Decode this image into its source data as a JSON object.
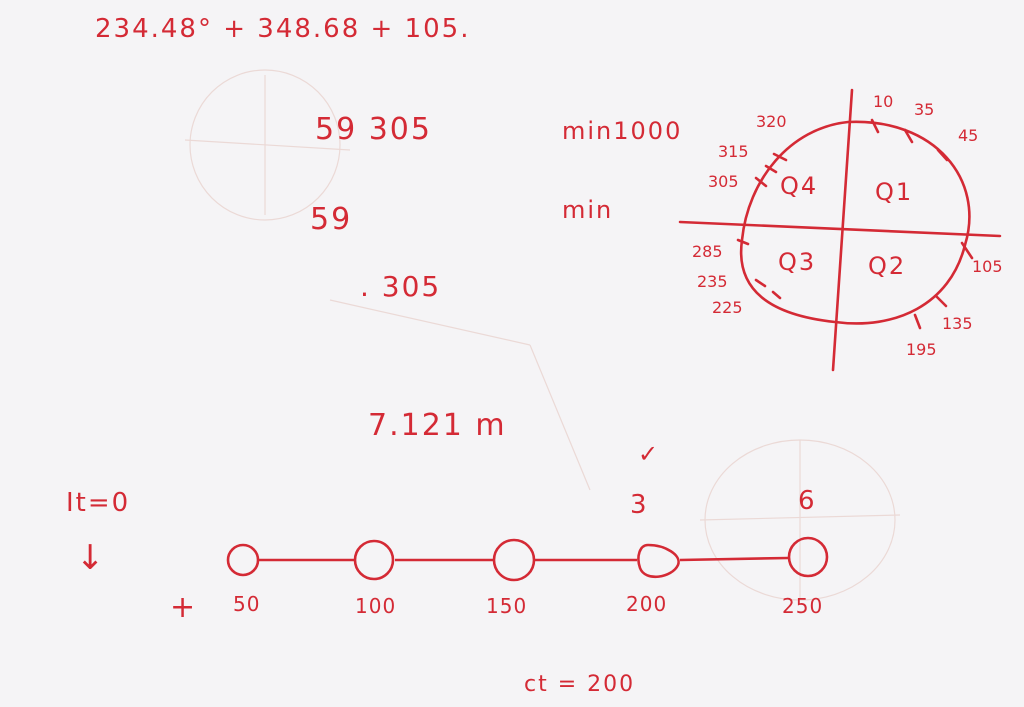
{
  "top_formula": "234.48° + 348.68 + 105.",
  "notes": {
    "big1": "59 305",
    "big2": "59",
    "big3": ". 305",
    "min1": "min1000",
    "min2": "min",
    "distance": "7.121 m"
  },
  "circle": {
    "quadrants": [
      "Q4",
      "Q1",
      "Q3",
      "Q2"
    ],
    "angles": [
      "10",
      "35",
      "45",
      "105",
      "135",
      "195",
      "225",
      "235",
      "285",
      "305",
      "315",
      "320"
    ]
  },
  "timeline": {
    "start": "It=0",
    "arrow": "↓",
    "plus": "+",
    "nodes": [
      "50",
      "100",
      "150",
      "200",
      "250"
    ],
    "above": [
      "3",
      "6"
    ],
    "check": "✓",
    "ct": "ct = 200"
  }
}
